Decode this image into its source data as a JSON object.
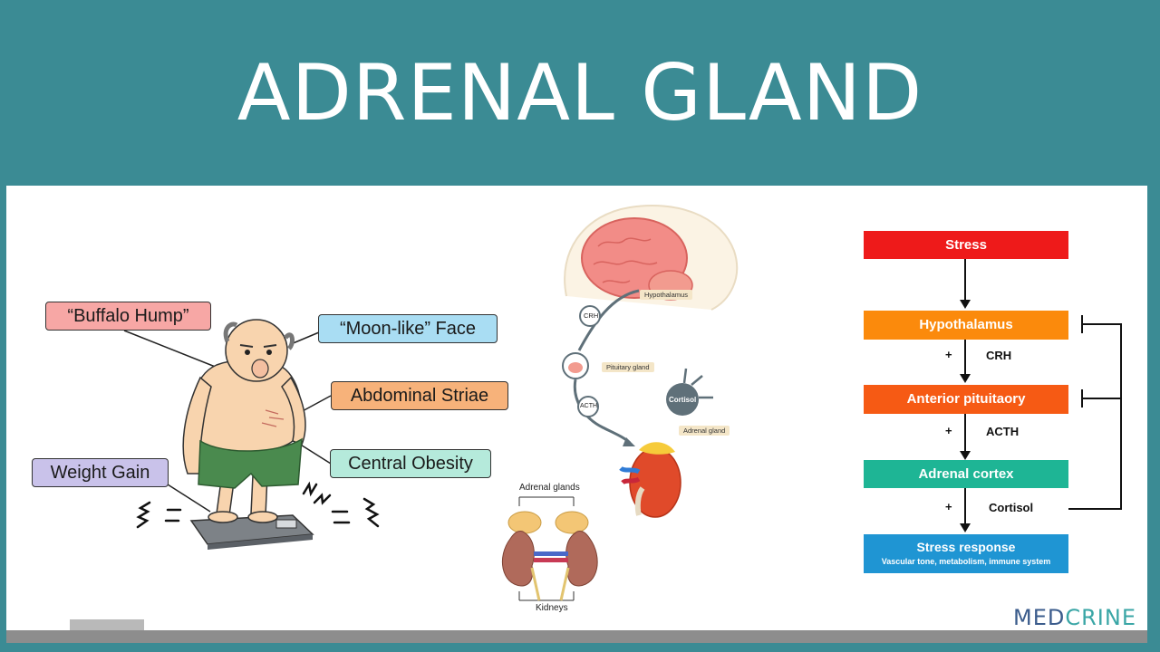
{
  "header": {
    "title": "ADRENAL GLAND DISORDERS"
  },
  "cushing": {
    "callouts": {
      "buffalo_hump": "“Buffalo Hump”",
      "moon_face": "“Moon-like” Face",
      "abdominal_striae": "Abdominal Striae",
      "central_obesity": "Central Obesity",
      "weight_gain": "Weight Gain"
    },
    "colors": {
      "buffalo_hump": "#f7a7a5",
      "moon_face": "#a9ddf3",
      "abdominal_striae": "#f7b27a",
      "central_obesity": "#b5eadb",
      "weight_gain": "#c9c2ea"
    }
  },
  "hpa_diagram": {
    "hypothalamus": "Hypothalamus",
    "crh": "CRH",
    "pituitary": "Pituitary gland",
    "acth": "ACTH",
    "cortisol": "Cortisol",
    "adrenal": "Adrenal gland"
  },
  "kidneys_diagram": {
    "top_label": "Adrenal glands",
    "bottom_label": "Kidneys"
  },
  "flowchart": {
    "stress": "Stress",
    "hypothalamus": "Hypothalamus",
    "crh": "CRH",
    "anterior_pituitary": "Anterior pituitaory",
    "acth": "ACTH",
    "adrenal_cortex": "Adrenal cortex",
    "cortisol": "Cortisol",
    "response_title": "Stress response",
    "response_sub": "Vascular tone, metabolism, immune system",
    "plus": "+",
    "colors": {
      "stress": "#ee1a1a",
      "hypothalamus": "#fb8a0c",
      "anterior_pituitary": "#f65a14",
      "adrenal_cortex": "#1eb595",
      "response": "#1f95d3"
    }
  },
  "logo": {
    "left": "MED",
    "right": "CRINE"
  }
}
